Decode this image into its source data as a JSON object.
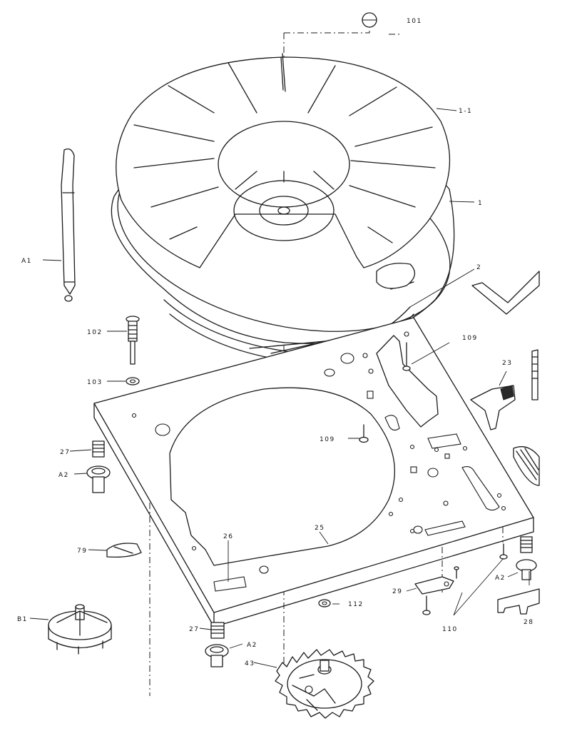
{
  "colors": {
    "ink": "#1a1a1a",
    "paper": "#ffffff"
  },
  "labels": {
    "p101": "101",
    "p1_1": "1-1",
    "p1": "1",
    "p2": "2",
    "pA1": "A1",
    "p102": "102",
    "p103": "103",
    "p109a": "109",
    "p109b": "109",
    "p23": "23",
    "p27a": "27",
    "pA2a": "A2",
    "p79": "79",
    "p26": "26",
    "p25": "25",
    "p29": "29",
    "pA2b": "A2",
    "p28": "28",
    "p110": "110",
    "p112": "112",
    "pB1": "B1",
    "p27b": "27",
    "pA2c": "A2",
    "p43": "43"
  }
}
